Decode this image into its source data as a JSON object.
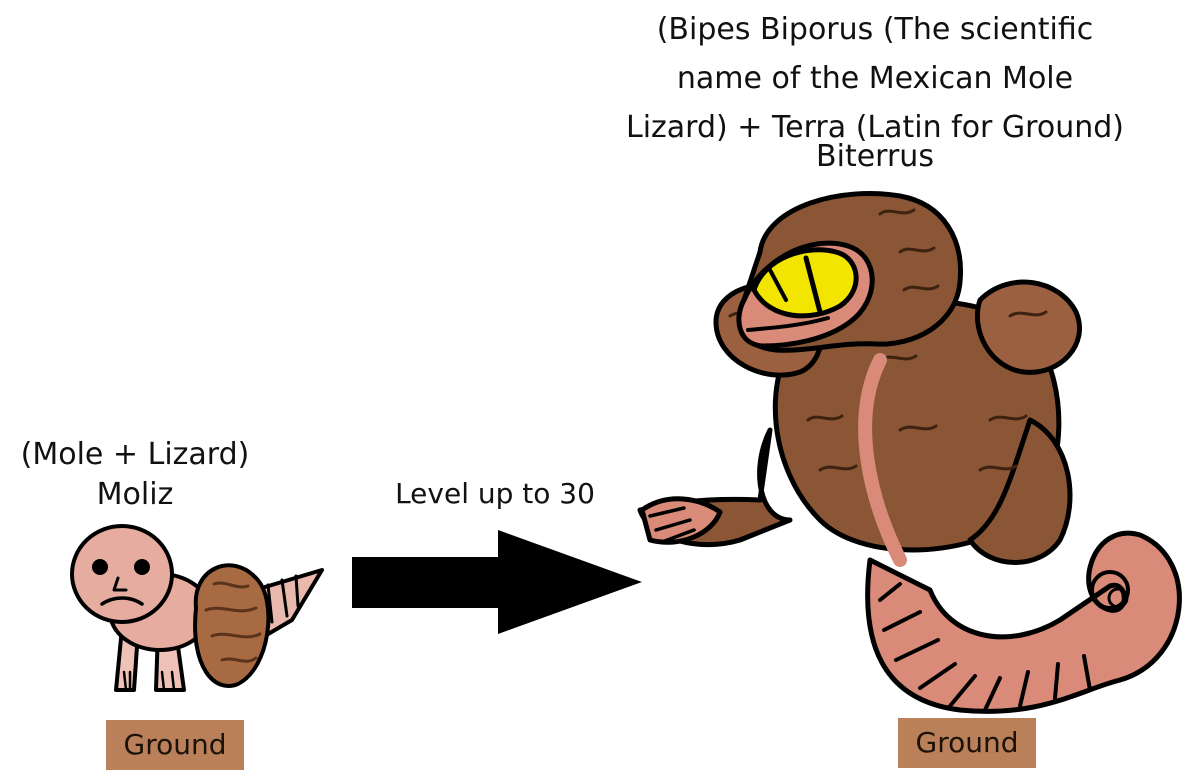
{
  "pre_evolution": {
    "etymology": "(Mole + Lizard)",
    "name": "Moliz",
    "type": "Ground"
  },
  "evolution": {
    "method": "Level up to 30"
  },
  "post_evolution": {
    "etymology_lines": [
      "(Bipes Biporus (The scientific",
      "name of the Mexican Mole",
      "Lizard) + Terra (Latin for Ground)"
    ],
    "name": "Biterrus",
    "type": "Ground"
  },
  "colors": {
    "type_badge": "#b9805a",
    "arrow": "#000000",
    "skin_pink": "#e7aca0",
    "shell_brown": "#8a5635",
    "tail_salmon": "#d98a78",
    "eye_yellow": "#f2e600"
  }
}
